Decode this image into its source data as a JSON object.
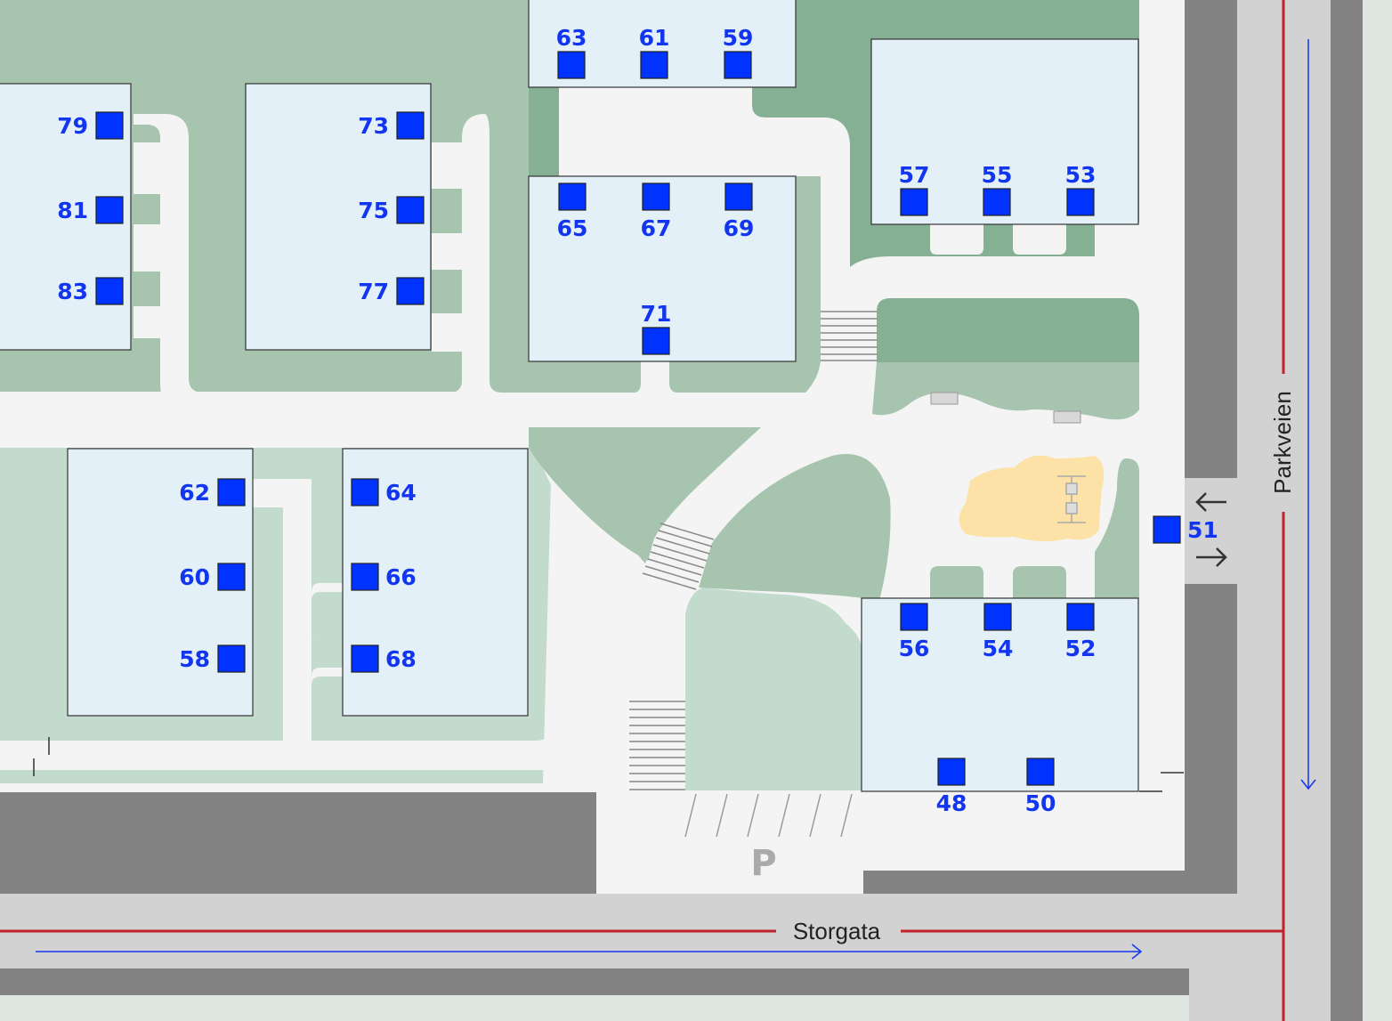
{
  "streets": {
    "horizontal": "Storgata",
    "vertical": "Parkveien"
  },
  "parking": {
    "label": "P"
  },
  "colors": {
    "road": "#828282",
    "road_lane": "#d2d2d2",
    "path": "#f4f4f4",
    "grass": "#a6c4ae",
    "grass_dark": "#86b093",
    "grass_light": "#c2dbcc",
    "building": "#e4f0f8",
    "entrance": "#0033ff",
    "red_line": "#c0232c",
    "blue_arrow": "#1235f0",
    "sand": "#fde2a8"
  },
  "entrances": [
    {
      "id": "63",
      "label": "63"
    },
    {
      "id": "61",
      "label": "61"
    },
    {
      "id": "59",
      "label": "59"
    },
    {
      "id": "65",
      "label": "65"
    },
    {
      "id": "67",
      "label": "67"
    },
    {
      "id": "69",
      "label": "69"
    },
    {
      "id": "71",
      "label": "71"
    },
    {
      "id": "57",
      "label": "57"
    },
    {
      "id": "55",
      "label": "55"
    },
    {
      "id": "53",
      "label": "53"
    },
    {
      "id": "79",
      "label": "79"
    },
    {
      "id": "81",
      "label": "81"
    },
    {
      "id": "83",
      "label": "83"
    },
    {
      "id": "73",
      "label": "73"
    },
    {
      "id": "75",
      "label": "75"
    },
    {
      "id": "77",
      "label": "77"
    },
    {
      "id": "62",
      "label": "62"
    },
    {
      "id": "60",
      "label": "60"
    },
    {
      "id": "58",
      "label": "58"
    },
    {
      "id": "64",
      "label": "64"
    },
    {
      "id": "66",
      "label": "66"
    },
    {
      "id": "68",
      "label": "68"
    },
    {
      "id": "56",
      "label": "56"
    },
    {
      "id": "54",
      "label": "54"
    },
    {
      "id": "52",
      "label": "52"
    },
    {
      "id": "48",
      "label": "48"
    },
    {
      "id": "50",
      "label": "50"
    },
    {
      "id": "51",
      "label": "51"
    }
  ]
}
